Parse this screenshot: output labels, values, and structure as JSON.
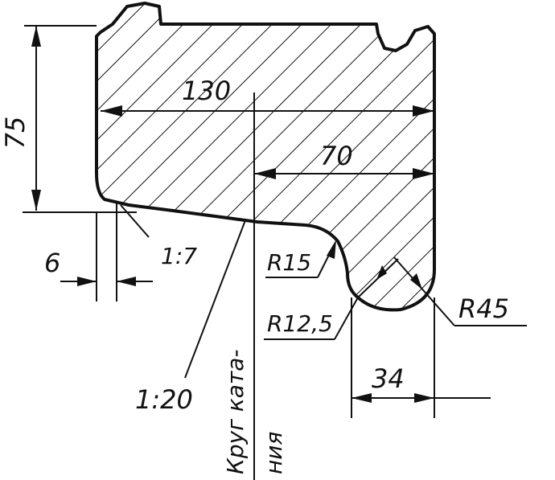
{
  "drawing": {
    "dimensions": {
      "height_75": "75",
      "width_130": "130",
      "width_70": "70",
      "offset_6": "6",
      "width_34": "34"
    },
    "tapers": {
      "taper_1_7": "1:7",
      "taper_1_20": "1:20"
    },
    "radii": {
      "r15": "R15",
      "r12_5": "R12,5",
      "r45": "R45"
    },
    "rolling_circle_label": {
      "line1": "Круг ката-",
      "line2": "ния"
    },
    "colors": {
      "ink": "#111111",
      "paper": "#ffffff"
    }
  }
}
